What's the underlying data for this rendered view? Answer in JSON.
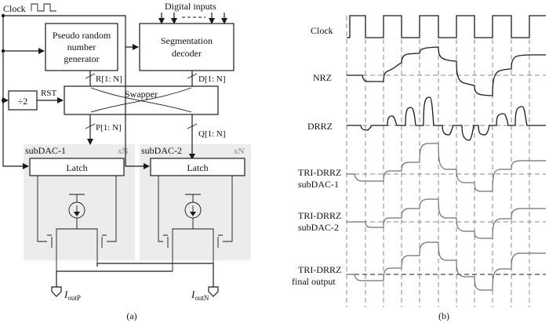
{
  "panel_a": {
    "caption": "(a)",
    "clock_label": "Clock",
    "digital_inputs_label": "Digital inputs",
    "prng_label": [
      "Pseudo random",
      "number",
      "generator"
    ],
    "segmentation_label": [
      "Segmentation",
      "decoder"
    ],
    "bus_r": "R[1: N]",
    "bus_d": "D[1: N]",
    "divider_label": "÷2",
    "rst_label": "RST",
    "swapper_label": "Swapper",
    "bus_p": "P[1: N]",
    "bus_q": "Q[1: N]",
    "subdac1_label": "subDAC-1",
    "subdac2_label": "subDAC-2",
    "multiplier_label": "xN",
    "latch_label": "Latch",
    "iout_p": "I",
    "iout_p_sub": "outP",
    "iout_n": "I",
    "iout_n_sub": "outN"
  },
  "panel_b": {
    "caption": "(b)",
    "signal_labels": {
      "clock": "Clock",
      "nrz": "NRZ",
      "drrz": "DRRZ",
      "tri_sub1": [
        "TRI-DRRZ",
        "subDAC-1"
      ],
      "tri_sub2": [
        "TRI-DRRZ",
        "subDAC-2"
      ],
      "tri_final": [
        "TRI-DRRZ",
        "final output"
      ]
    }
  }
}
